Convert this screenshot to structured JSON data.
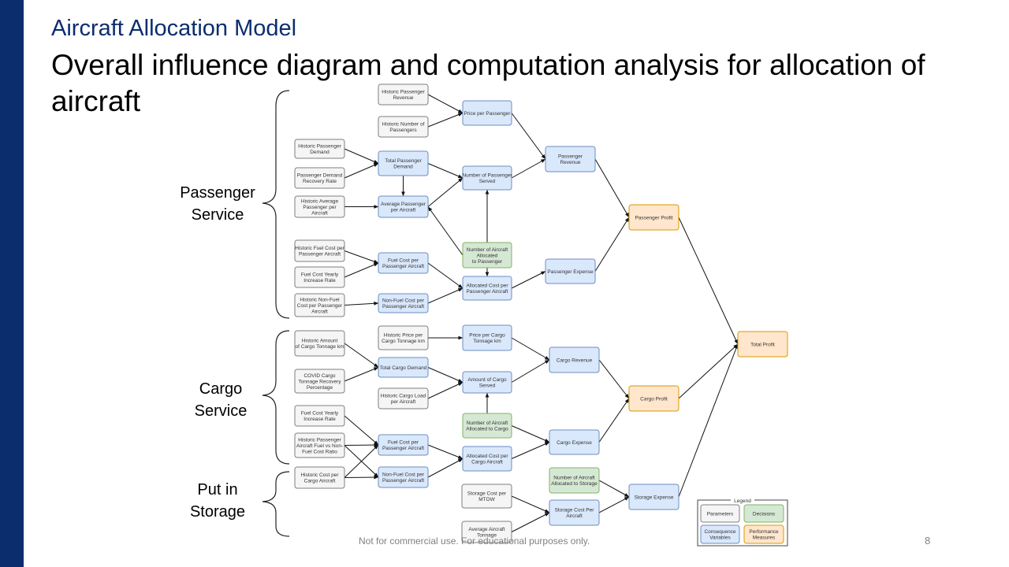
{
  "header": {
    "subtitle": "Aircraft Allocation Model",
    "title": "Overall influence diagram and computation analysis for allocation of aircraft"
  },
  "groups": [
    {
      "id": "passenger",
      "lines": [
        "Passenger",
        "Service"
      ]
    },
    {
      "id": "cargo",
      "lines": [
        "Cargo",
        "Service"
      ]
    },
    {
      "id": "storage",
      "lines": [
        "Put in",
        "Storage"
      ]
    }
  ],
  "nodes": [
    {
      "id": "hpr",
      "kind": "param",
      "lines": [
        "Historic Passenger",
        "Revenue"
      ]
    },
    {
      "id": "hnp",
      "kind": "param",
      "lines": [
        "Historic Number of",
        "Passengers"
      ]
    },
    {
      "id": "hpd",
      "kind": "param",
      "lines": [
        "Historic Passenger",
        "Demand"
      ]
    },
    {
      "id": "pdrr",
      "kind": "param",
      "lines": [
        "Passenger Demand",
        "Recovery Rate"
      ]
    },
    {
      "id": "hapa",
      "kind": "param",
      "lines": [
        "Historic Average",
        "Passenger per",
        "Aircraft"
      ]
    },
    {
      "id": "hfcp",
      "kind": "param",
      "lines": [
        "Historic Fuel Cost per",
        "Passenger Aircraft"
      ]
    },
    {
      "id": "fcyi",
      "kind": "param",
      "lines": [
        "Fuel Cost Yearly",
        "Increase Rate"
      ]
    },
    {
      "id": "hnfc",
      "kind": "param",
      "lines": [
        "Historic Non-Fuel",
        "Cost per Passenger",
        "Aircraft"
      ]
    },
    {
      "id": "hact",
      "kind": "param",
      "lines": [
        "Historic Amount",
        "of Cargo Tonnage km"
      ]
    },
    {
      "id": "hpct",
      "kind": "param",
      "lines": [
        "Historic Price per",
        "Cargo Tonnage km"
      ]
    },
    {
      "id": "covid",
      "kind": "param",
      "lines": [
        "COVID Cargo",
        "Tonnage Recovery",
        "Percentage"
      ]
    },
    {
      "id": "hclp",
      "kind": "param",
      "lines": [
        "Historic Cargo Load",
        "per Aircraft"
      ]
    },
    {
      "id": "fcyi2",
      "kind": "param",
      "lines": [
        "Fuel Cost Yearly",
        "Increase Rate"
      ]
    },
    {
      "id": "hpafr",
      "kind": "param",
      "lines": [
        "Historic Passenger",
        "Aircraft Fuel vs Non-",
        "Fuel Cost Ratio"
      ]
    },
    {
      "id": "hcca",
      "kind": "param",
      "lines": [
        "Historic Cost per",
        "Cargo Aircraft"
      ]
    },
    {
      "id": "scm",
      "kind": "param",
      "lines": [
        "Storage Cost per",
        "MTOW"
      ]
    },
    {
      "id": "aat",
      "kind": "param",
      "lines": [
        "Average Aircraft",
        "Tonnage"
      ]
    },
    {
      "id": "ppp",
      "kind": "cons",
      "lines": [
        "Price per Passenger"
      ]
    },
    {
      "id": "tpd",
      "kind": "cons",
      "lines": [
        "Total Passenger",
        "Demand"
      ]
    },
    {
      "id": "nps",
      "kind": "cons",
      "lines": [
        "Number of Passenger",
        "Served"
      ]
    },
    {
      "id": "appa",
      "kind": "cons",
      "lines": [
        "Average Passenger",
        "per Aircraft"
      ]
    },
    {
      "id": "pr",
      "kind": "cons",
      "lines": [
        "Passenger",
        "Revenue"
      ]
    },
    {
      "id": "fcpa",
      "kind": "cons",
      "lines": [
        "Fuel Cost per",
        "Passenger Aircraft"
      ]
    },
    {
      "id": "acpa",
      "kind": "cons",
      "lines": [
        "Allocated Cost per",
        "Passenger Aircraft"
      ]
    },
    {
      "id": "nfpa",
      "kind": "cons",
      "lines": [
        "Non-Fuel Cost per",
        "Passenger Aircraft"
      ]
    },
    {
      "id": "pe",
      "kind": "cons",
      "lines": [
        "Passenger Expense"
      ]
    },
    {
      "id": "pct",
      "kind": "cons",
      "lines": [
        "Price per Cargo",
        "Tonnage km"
      ]
    },
    {
      "id": "tcd",
      "kind": "cons",
      "lines": [
        "Total Cargo Demand"
      ]
    },
    {
      "id": "acs",
      "kind": "cons",
      "lines": [
        "Amount of Cargo",
        "Served"
      ]
    },
    {
      "id": "cr",
      "kind": "cons",
      "lines": [
        "Cargo Revenue"
      ]
    },
    {
      "id": "fcpa2",
      "kind": "cons",
      "lines": [
        "Fuel Cost per",
        "Passenger Aircraft"
      ]
    },
    {
      "id": "nfpa2",
      "kind": "cons",
      "lines": [
        "Non-Fuel Cost per",
        "Passenger Aircraft"
      ]
    },
    {
      "id": "acca",
      "kind": "cons",
      "lines": [
        "Allocated Cost per",
        "Cargo Aircraft"
      ]
    },
    {
      "id": "ce",
      "kind": "cons",
      "lines": [
        "Cargo Expense"
      ]
    },
    {
      "id": "scpa",
      "kind": "cons",
      "lines": [
        "Storage Cost Per",
        "Aircraft"
      ]
    },
    {
      "id": "se",
      "kind": "cons",
      "lines": [
        "Storage Expense"
      ]
    },
    {
      "id": "nap",
      "kind": "dec",
      "lines": [
        "Number of Aircraft",
        "Allocated",
        "to Passenger"
      ]
    },
    {
      "id": "nac",
      "kind": "dec",
      "lines": [
        "Number of Aircraft",
        "Allocated to Cargo"
      ]
    },
    {
      "id": "nas",
      "kind": "dec",
      "lines": [
        "Number of Aircraft",
        "Allocated to Storage"
      ]
    },
    {
      "id": "pp",
      "kind": "perf",
      "lines": [
        "Passenger Profit"
      ]
    },
    {
      "id": "cp",
      "kind": "perf",
      "lines": [
        "Cargo Profit"
      ]
    },
    {
      "id": "tp",
      "kind": "perf",
      "lines": [
        "Total Profit"
      ]
    }
  ],
  "edges": [
    [
      "hpr",
      "ppp"
    ],
    [
      "hnp",
      "ppp"
    ],
    [
      "ppp",
      "pr"
    ],
    [
      "hpd",
      "tpd"
    ],
    [
      "pdrr",
      "tpd"
    ],
    [
      "tpd",
      "nps"
    ],
    [
      "tpd",
      "appa"
    ],
    [
      "hapa",
      "appa"
    ],
    [
      "appa",
      "nps"
    ],
    [
      "nps",
      "pr"
    ],
    [
      "nap",
      "nps"
    ],
    [
      "nap",
      "appa"
    ],
    [
      "nap",
      "acpa"
    ],
    [
      "hfcp",
      "fcpa"
    ],
    [
      "fcyi",
      "fcpa"
    ],
    [
      "fcpa",
      "acpa"
    ],
    [
      "hnfc",
      "nfpa"
    ],
    [
      "nfpa",
      "acpa"
    ],
    [
      "acpa",
      "pe"
    ],
    [
      "pr",
      "pp"
    ],
    [
      "pe",
      "pp"
    ],
    [
      "pp",
      "tp"
    ],
    [
      "hact",
      "tcd"
    ],
    [
      "covid",
      "tcd"
    ],
    [
      "hpct",
      "pct"
    ],
    [
      "pct",
      "cr"
    ],
    [
      "tcd",
      "acs"
    ],
    [
      "hclp",
      "acs"
    ],
    [
      "acs",
      "cr"
    ],
    [
      "nac",
      "acs"
    ],
    [
      "fcyi2",
      "fcpa2"
    ],
    [
      "hpafr",
      "fcpa2"
    ],
    [
      "hpafr",
      "nfpa2"
    ],
    [
      "hcca",
      "fcpa2"
    ],
    [
      "hcca",
      "nfpa2"
    ],
    [
      "fcpa2",
      "acca"
    ],
    [
      "nfpa2",
      "acca"
    ],
    [
      "acca",
      "ce"
    ],
    [
      "nac",
      "ce"
    ],
    [
      "cr",
      "cp"
    ],
    [
      "ce",
      "cp"
    ],
    [
      "cp",
      "tp"
    ],
    [
      "scm",
      "scpa"
    ],
    [
      "aat",
      "scpa"
    ],
    [
      "scpa",
      "se"
    ],
    [
      "nas",
      "se"
    ],
    [
      "se",
      "tp"
    ]
  ],
  "legend": {
    "title": "Legend",
    "items": [
      {
        "kind": "param",
        "lines": [
          "Parameters"
        ]
      },
      {
        "kind": "dec",
        "lines": [
          "Decisions"
        ]
      },
      {
        "kind": "cons",
        "lines": [
          "Consequence",
          "Variables"
        ]
      },
      {
        "kind": "perf",
        "lines": [
          "Performance",
          "Measures"
        ]
      }
    ]
  },
  "footer": {
    "note": "Not for commercial use. For educational purposes only.",
    "page": "8"
  },
  "colors": {
    "sidebar": "#0b2d6e",
    "subtitle": "#0b2d6e",
    "parameter_fill": "#f5f5f5",
    "consequence_fill": "#dae8fc",
    "decision_fill": "#d5e8d4",
    "performance_fill": "#ffe6cc"
  }
}
